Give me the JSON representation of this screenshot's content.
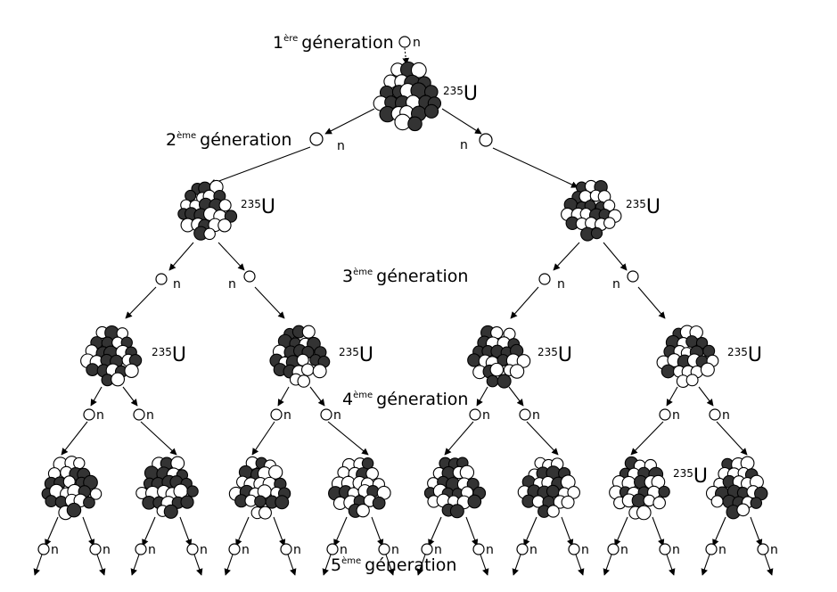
{
  "diagram": {
    "generations": [
      {
        "number": "1",
        "suffix": "ère",
        "word": "géneration"
      },
      {
        "number": "2",
        "suffix": "ème",
        "word": "géneration"
      },
      {
        "number": "3",
        "suffix": "ème",
        "word": "géneration"
      },
      {
        "number": "4",
        "suffix": "ème",
        "word": "géneration"
      },
      {
        "number": "5",
        "suffix": "ème",
        "word": "géneration"
      }
    ],
    "nucleus": {
      "mass": "235",
      "symbol": "U"
    },
    "neutron_label": "n",
    "colors": {
      "ink": "#000000",
      "dark_nucleon": "#333333",
      "light_nucleon": "#ffffff"
    }
  }
}
